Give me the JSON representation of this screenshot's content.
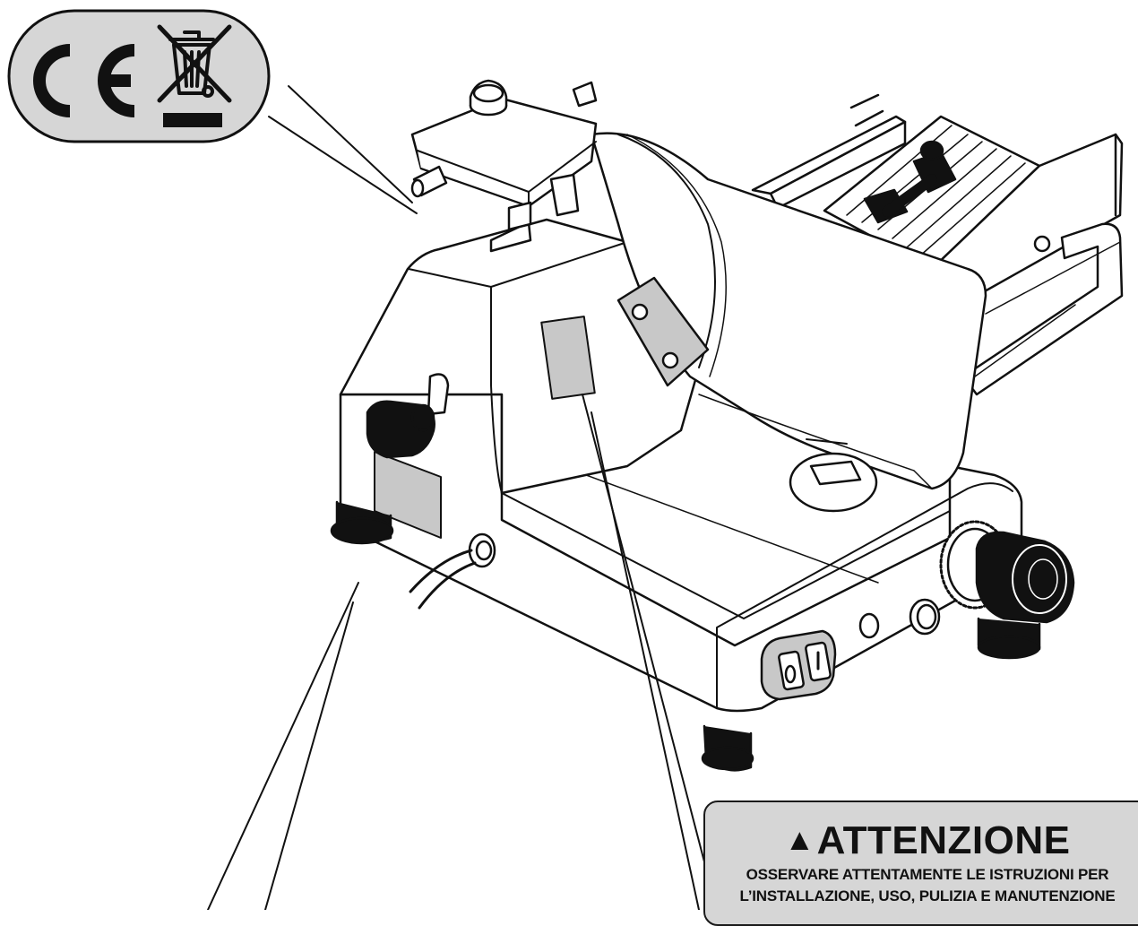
{
  "symbols": {
    "ce_mark": "CE",
    "weee_icon": "crossed-out-wheelie-bin-icon"
  },
  "warning_label": {
    "icon": "warning-triangle-icon",
    "heading": "ATTENZIONE",
    "body_line_1": "OSSERVARE ATTENTAMENTE LE ISTRUZIONI PER",
    "body_line_2": "L’INSTALLAZIONE, USO, PULIZIA E MANUTENZIONE"
  },
  "colors": {
    "line": "#111111",
    "label_fill": "#d6d6d6",
    "plate_fill": "#c8c8c8"
  }
}
